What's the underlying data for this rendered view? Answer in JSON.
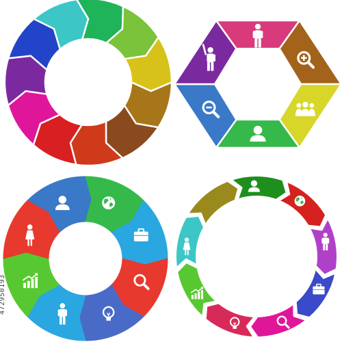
{
  "watermark": "472950193",
  "colors": {
    "green": "#35b94a",
    "dark_green": "#1e8f1e",
    "yellow_green": "#b7c81e",
    "olive": "#9a8a1d",
    "brown": "#8a4a1e",
    "red": "#d5221f",
    "magenta": "#e0169a",
    "purple": "#7a2a9e",
    "blue": "#2244c8",
    "teal": "#3cc6c6",
    "lime": "#58c832",
    "pink": "#d83a7c",
    "orange_brown": "#a3631a",
    "yellow": "#d8d629",
    "cornflower": "#3a78c8",
    "indigo": "#4a3aa6",
    "light_blue": "#2aa6e0",
    "red_orange": "#e8392f"
  },
  "diagrams": [
    {
      "id": "arrow-ring-plain",
      "segment_colors": [
        "#1fb35a",
        "#7ac33a",
        "#d7c21a",
        "#a8761a",
        "#8a4a1e",
        "#cf3a1a",
        "#d81f22",
        "#e0169a",
        "#7a2a9e",
        "#2244c8",
        "#3cc6c6"
      ],
      "icons": []
    },
    {
      "id": "hexagon-cycle",
      "segment_colors": [
        "#d83a7c",
        "#a3631a",
        "#d8d629",
        "#35b94a",
        "#3a78c8",
        "#7a2a9e"
      ],
      "icons": [
        "person-icon",
        "zoom-in-icon",
        "group-icon",
        "user-icon",
        "zoom-out-icon",
        "waving-person-icon"
      ]
    },
    {
      "id": "puzzle-ring",
      "segment_colors": [
        "#3a78c8",
        "#35b94a",
        "#2aa6e0",
        "#e8392f",
        "#4a6ac8",
        "#2aa6e0",
        "#58c832",
        "#e8392f"
      ],
      "icons": [
        "user-icon",
        "globe-icon",
        "briefcase-icon",
        "search-icon",
        "lightbulb-icon",
        "man-icon",
        "growth-chart-icon",
        "woman-icon"
      ]
    },
    {
      "id": "arrow-ring-icons",
      "segment_colors": [
        "#1e8f1e",
        "#d5221f",
        "#b040c8",
        "#3a4ac8",
        "#e0169a",
        "#d82a5a",
        "#58c832",
        "#3cc6c6",
        "#9a8a1d"
      ],
      "icons": [
        "user-icon",
        "globe-icon",
        "man-icon",
        "briefcase-icon",
        "search-icon",
        "lightbulb-icon",
        "growth-chart-icon",
        "woman-icon"
      ]
    }
  ]
}
